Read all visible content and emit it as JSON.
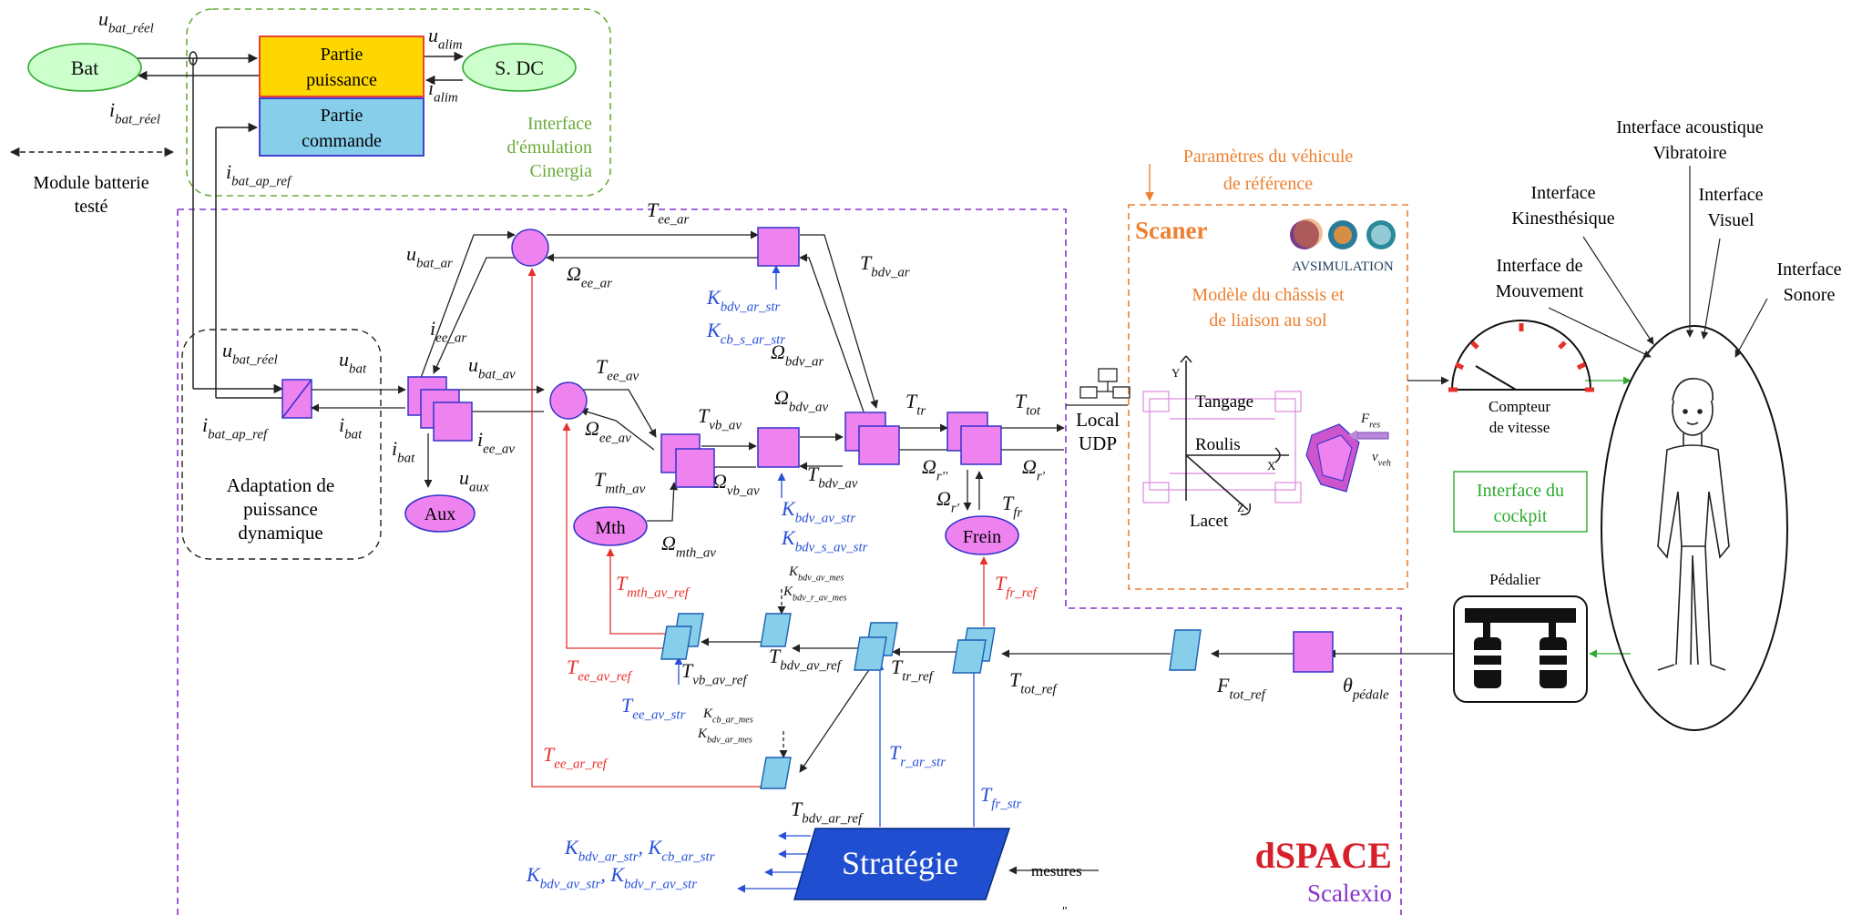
{
  "colors": {
    "magenta": "#EE82EE",
    "magenta_stroke": "#3333CC",
    "lightblue": "#87CEEB",
    "lightblue_stroke": "#1A5FB4",
    "green_fill": "#CCFFCC",
    "green_stroke": "#2EAA2E",
    "green_text": "#6AAB3A",
    "yellow": "#FFD700",
    "red": "#E8302A",
    "blue_text": "#2850D8",
    "orange": "#EE8030",
    "purple": "#8833CC",
    "strategy_fill": "#1F4FD0",
    "dspace_red": "#D6202A",
    "dark": "#222222"
  },
  "top": {
    "bat": "Bat",
    "sdc": "S. DC",
    "partie_puissance": [
      "Partie",
      "puissance"
    ],
    "partie_commande": [
      "Partie",
      "commande"
    ],
    "interface_emulation": [
      "Interface",
      "d'émulation",
      "Cinergia"
    ],
    "module_batterie": [
      "Module batterie",
      "testé"
    ],
    "u_bat_reel": {
      "main": "u",
      "sub": "bat_réel"
    },
    "i_bat_reel": {
      "main": "i",
      "sub": "bat_réel"
    },
    "u_alim": {
      "main": "u",
      "sub": "alim"
    },
    "i_alim": {
      "main": "i",
      "sub": "alim"
    },
    "i_bat_ap_ref": {
      "main": "i",
      "sub": "bat_ap_ref"
    }
  },
  "adaptation": {
    "label": [
      "Adaptation de",
      "puissance",
      "dynamique"
    ],
    "u_bat_reel": {
      "main": "u",
      "sub": "bat_réel"
    },
    "u_bat": {
      "main": "u",
      "sub": "bat"
    },
    "i_bat_ap_ref": {
      "main": "i",
      "sub": "bat_ap_ref"
    },
    "i_bat": {
      "main": "i",
      "sub": "bat"
    }
  },
  "model": {
    "aux": "Aux",
    "mth": "Mth",
    "frein": "Frein",
    "labels": {
      "u_bat_ar": {
        "main": "u",
        "sub": "bat_ar"
      },
      "i_ee_ar": {
        "main": "i",
        "sub": "ee_ar"
      },
      "u_bat_av": {
        "main": "u",
        "sub": "bat_av"
      },
      "i_bat": {
        "main": "i",
        "sub": "bat"
      },
      "i_ee_av": {
        "main": "i",
        "sub": "ee_av"
      },
      "u_aux": {
        "main": "u",
        "sub": "aux"
      },
      "T_ee_ar": {
        "main": "T",
        "sub": "ee_ar"
      },
      "Omega_ee_ar": {
        "main": "Ω",
        "sub": "ee_ar"
      },
      "T_bdv_ar": {
        "main": "T",
        "sub": "bdv_ar"
      },
      "Omega_bdv_ar": {
        "main": "Ω",
        "sub": "bdv_ar"
      },
      "T_ee_av": {
        "main": "T",
        "sub": "ee_av"
      },
      "Omega_ee_av": {
        "main": "Ω",
        "sub": "ee_av"
      },
      "T_vb_av": {
        "main": "T",
        "sub": "vb_av"
      },
      "Omega_bdv_av": {
        "main": "Ω",
        "sub": "bdv_av"
      },
      "T_tr": {
        "main": "T",
        "sub": "tr"
      },
      "T_tot": {
        "main": "T",
        "sub": "tot"
      },
      "T_mth_av": {
        "main": "T",
        "sub": "mth_av"
      },
      "Omega_vb_av": {
        "main": "Ω",
        "sub": "vb_av"
      },
      "T_bdv_av": {
        "main": "T",
        "sub": "bdv_av"
      },
      "Omega_r2": {
        "main": "Ω",
        "sub": "r''"
      },
      "Omega_r1": {
        "main": "Ω",
        "sub": "r'"
      },
      "Omega_r": {
        "main": "Ω",
        "sub": "r'"
      },
      "Omega_mth_av": {
        "main": "Ω",
        "sub": "mth_av"
      },
      "T_fr": {
        "main": "T",
        "sub": "fr"
      }
    },
    "blue_labels": {
      "K_bdv_ar_str": {
        "main": "K",
        "sub": "bdv_ar_str"
      },
      "K_cb_s_ar_str": {
        "main": "K",
        "sub": "cb_s_ar_str"
      },
      "K_bdv_av_str": {
        "main": "K",
        "sub": "bdv_av_str"
      },
      "K_bdv_s_av_str": {
        "main": "K",
        "sub": "bdv_s_av_str"
      }
    }
  },
  "control": {
    "red_labels": {
      "T_mth_av_ref": {
        "main": "T",
        "sub": "mth_av_ref"
      },
      "T_ee_av_ref": {
        "main": "T",
        "sub": "ee_av_ref"
      },
      "T_ee_ar_ref": {
        "main": "T",
        "sub": "ee_ar_ref"
      },
      "T_fr_ref": {
        "main": "T",
        "sub": "fr_ref"
      }
    },
    "labels": {
      "K_bdv_av_mes": {
        "main": "K",
        "sub": "bdv_av_mes"
      },
      "K_bdv_r_av_mes": {
        "main": "K",
        "sub": "bdv_r_av_mes"
      },
      "K_cb_ar_mes": {
        "main": "K",
        "sub": "cb_ar_mes"
      },
      "K_bdv_ar_mes": {
        "main": "K",
        "sub": "bdv_ar_mes"
      },
      "T_vb_av_ref": {
        "main": "T",
        "sub": "vb_av_ref"
      },
      "T_bdv_av_ref": {
        "main": "T",
        "sub": "bdv_av_ref"
      },
      "T_tr_ref": {
        "main": "T",
        "sub": "tr_ref"
      },
      "T_tot_ref": {
        "main": "T",
        "sub": "tot_ref"
      },
      "F_tot_ref": {
        "main": "F",
        "sub": "tot_ref"
      },
      "theta_pedale": {
        "main": "θ",
        "sub": "pédale"
      },
      "T_bdv_ar_ref": {
        "main": "T",
        "sub": "bdv_ar_ref"
      }
    },
    "blue_labels": {
      "T_ee_av_str": {
        "main": "T",
        "sub": "ee_av_str"
      },
      "T_r_ar_str": {
        "main": "T",
        "sub": "r_ar_str"
      },
      "T_fr_str": {
        "main": "T",
        "sub": "fr_str"
      }
    },
    "strategie": "Stratégie",
    "mesures": "mesures",
    "out1": [
      {
        "main": "K",
        "sub": "bdv_ar_str"
      },
      {
        "main": "K",
        "sub": "cb_ar_str"
      }
    ],
    "out2": [
      {
        "main": "K",
        "sub": "bdv_av_str"
      },
      {
        "main": "K",
        "sub": "bdv_r_av_str"
      }
    ]
  },
  "scaner": {
    "title": "Scaner",
    "params": [
      "Paramètres du véhicule",
      "de référence"
    ],
    "modele": [
      "Modèle du châssis et",
      "de liaison au sol"
    ],
    "av_brand": "AVSIMULATION",
    "tangage": "Tangage",
    "roulis": "Roulis",
    "lacet": "Lacet",
    "axis_x": "X",
    "axis_y": "Y",
    "axis_z": "Z",
    "F_res": {
      "main": "F",
      "sub": "res"
    },
    "v_veh": {
      "main": "v",
      "sub": "veh"
    }
  },
  "udp": [
    "Local",
    "UDP"
  ],
  "right": {
    "compteur": [
      "Compteur",
      "de vitesse"
    ],
    "pedalier": "Pédalier",
    "cockpit": [
      "Interface du",
      "cockpit"
    ],
    "acoustique": [
      "Interface acoustique",
      "Vibratoire"
    ],
    "kinesthesique": [
      "Interface",
      "Kinesthésique"
    ],
    "visuel": [
      "Interface",
      "Visuel"
    ],
    "mouvement": [
      "Interface de",
      "Mouvement"
    ],
    "sonore": [
      "Interface",
      "Sonore"
    ]
  },
  "dspace": {
    "brand": "dSPACE",
    "product": "Scalexio"
  }
}
